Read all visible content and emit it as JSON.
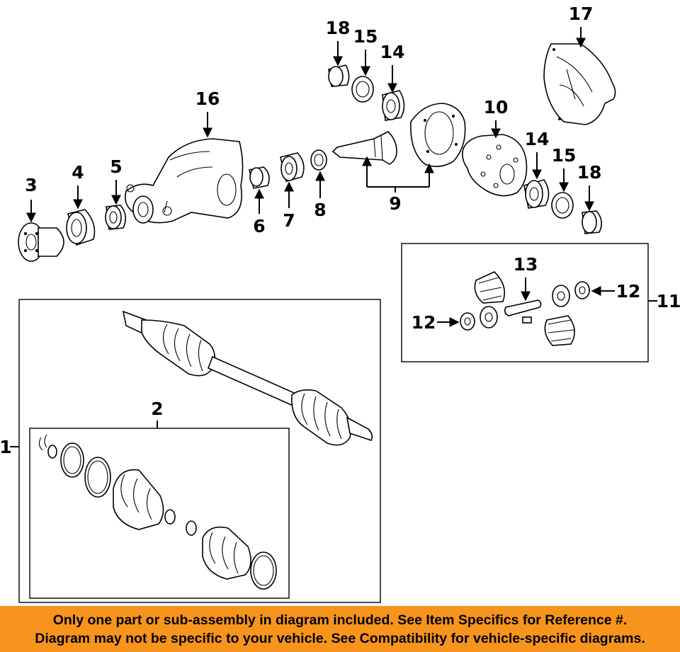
{
  "callouts": {
    "n1": "1",
    "n2": "2",
    "n3": "3",
    "n4": "4",
    "n5": "5",
    "n6": "6",
    "n7": "7",
    "n8": "8",
    "n9": "9",
    "n10": "10",
    "n11": "11",
    "n12a": "12",
    "n12b": "12",
    "n13": "13",
    "n14a": "14",
    "n14b": "14",
    "n15a": "15",
    "n15b": "15",
    "n16": "16",
    "n17": "17",
    "n18a": "18",
    "n18b": "18"
  },
  "banner": {
    "line1": "Only one part or sub-assembly in diagram included. See Item Specifics for Reference #.",
    "line2": "Diagram may not be specific to your vehicle. See Compatibility for vehicle-specific diagrams."
  },
  "colors": {
    "banner_bg": "#f7941d",
    "ink": "#000000"
  }
}
